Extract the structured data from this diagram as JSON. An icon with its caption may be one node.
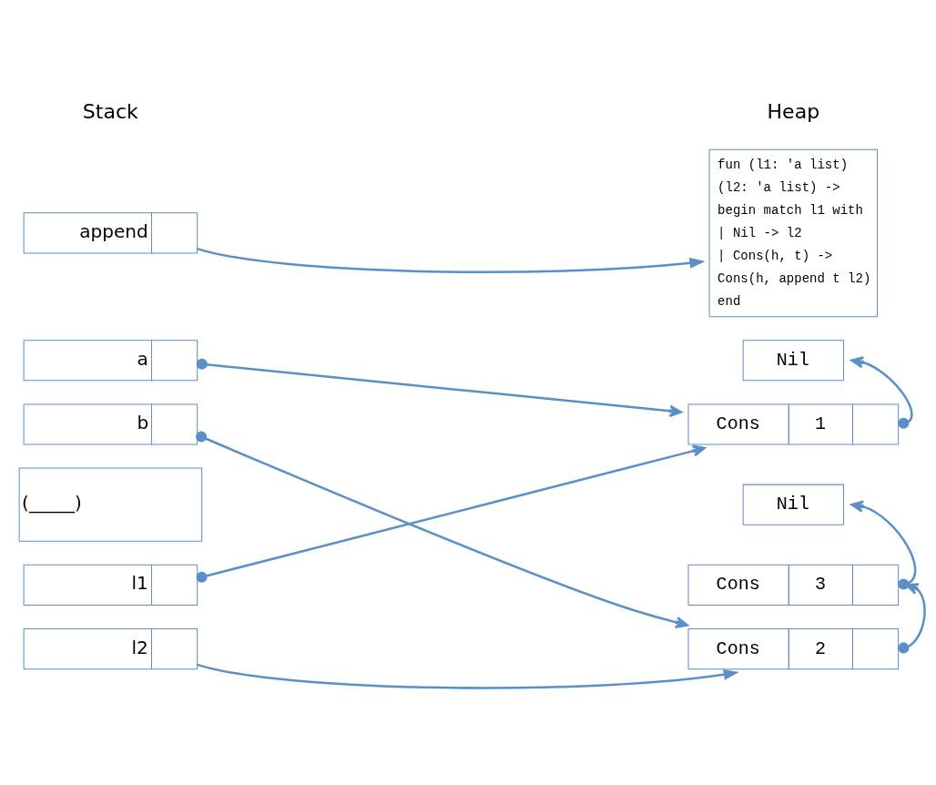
{
  "diagram": {
    "nodes": [
      {
        "text": [
          "append"
        ]
      },
      {
        "text": [
          "a"
        ]
      },
      {
        "text": [
          "b"
        ]
      },
      {
        "text": [
          "(_____)"
        ]
      },
      {
        "text": [
          "l1"
        ]
      },
      {
        "text": [
          "l2"
        ]
      },
      {
        "text": [
          "fun (l1: 'a list)",
          "(l2: 'a list) ->",
          "begin match l1 with",
          "| Nil -> l2",
          "| Cons(h, t) ->",
          "Cons(h, append t l2)",
          "end"
        ]
      },
      {
        "text": [
          "Nil"
        ]
      },
      {
        "text": [
          "Cons",
          "1"
        ]
      },
      {
        "text": [
          "Nil"
        ]
      },
      {
        "text": [
          "Cons",
          "3"
        ]
      },
      {
        "text": [
          "Cons",
          "2"
        ]
      }
    ],
    "edges": [
      {
        "from": 0,
        "to": 6,
        "arrow": "to"
      },
      {
        "from": 1,
        "to": 8,
        "arrow": "to"
      },
      {
        "from": 2,
        "to": 11,
        "arrow": "to"
      },
      {
        "from": 4,
        "to": 8,
        "arrow": "to"
      },
      {
        "from": 5,
        "to": 11,
        "arrow": "to"
      },
      {
        "from": 8,
        "to": 7,
        "arrow": "to"
      },
      {
        "from": 10,
        "to": 9,
        "arrow": "to"
      },
      {
        "from": 11,
        "to": 10,
        "arrow": "to"
      }
    ],
    "labels": [
      "Stack",
      "Heap"
    ]
  }
}
